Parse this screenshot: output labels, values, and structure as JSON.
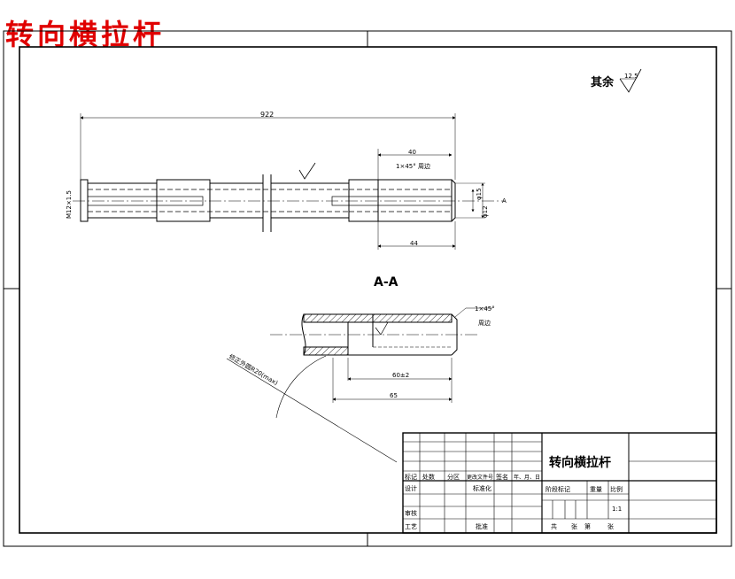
{
  "page_title": "转向横拉杆",
  "roughness": {
    "label": "其余",
    "value": "12.5"
  },
  "main_view": {
    "overall_length": "922",
    "dim_40": "40",
    "dim_44": "44",
    "chamfer_note": "1×45° 周边",
    "thread_label": "M12×1.5",
    "dia_right_1": "φ15",
    "dia_right_2": "φ12",
    "section_mark": "A"
  },
  "section_view": {
    "title": "A-A",
    "chamfer_note_1": "1×45°",
    "chamfer_note_2": "周边",
    "dim_60": "60±2",
    "dim_65": "65",
    "leader_note": "修正外圆R20(max)"
  },
  "title_block": {
    "part_name": "转向横拉杆",
    "headers": [
      "标记",
      "处数",
      "分区",
      "更改文件号",
      "签名",
      "年、月、日"
    ],
    "design": "设计",
    "standardize": "标准化",
    "review": "审核",
    "process": "工艺",
    "approve": "批准",
    "stage_mark": "阶段标记",
    "weight": "重量",
    "scale": "比例",
    "scale_value": "1:1",
    "sheets_total": "共",
    "sheets_label": "张",
    "sheet_no": "第",
    "sheet_label": "张"
  }
}
